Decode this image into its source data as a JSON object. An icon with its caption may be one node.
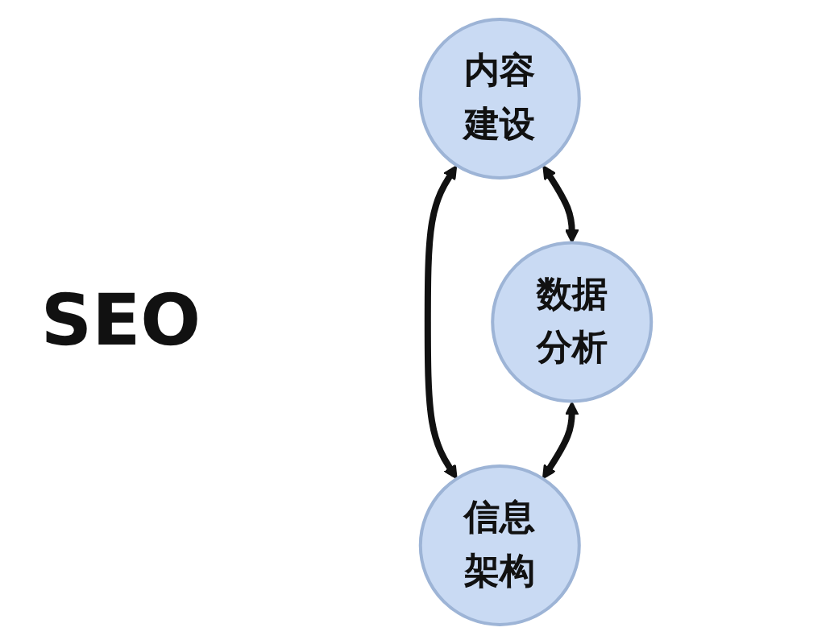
{
  "diagram": {
    "nodes": [
      {
        "text": [
          "内容建设"
        ]
      },
      {
        "text": [
          "数据分析"
        ]
      },
      {
        "text": [
          "信息架构"
        ]
      }
    ],
    "edges": [
      {
        "from": 0,
        "to": 1,
        "arrow": "both"
      },
      {
        "from": 0,
        "to": 2,
        "arrow": "both"
      },
      {
        "from": 1,
        "to": 2,
        "arrow": "both"
      }
    ],
    "labels": [
      "SEO"
    ]
  }
}
